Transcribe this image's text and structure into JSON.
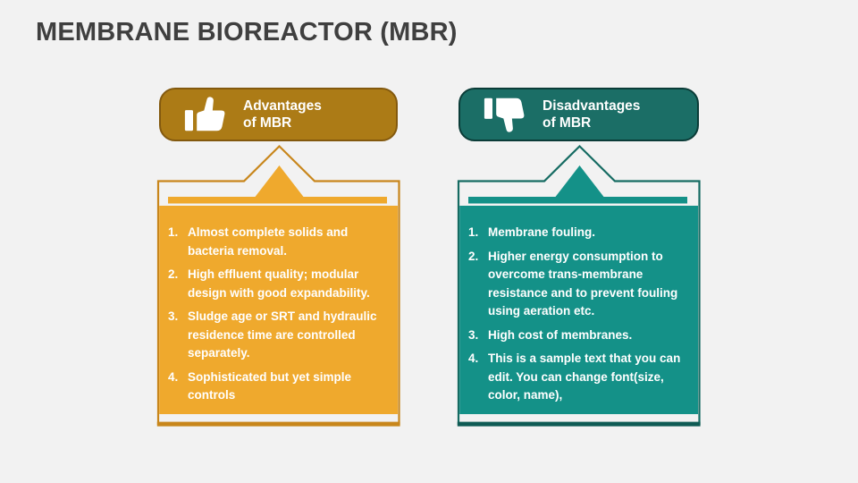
{
  "slide": {
    "title": "MEMBRANE BIOREACTOR (MBR)"
  },
  "palette": {
    "background": "#F2F2F2",
    "title_text": "#3F3F3F",
    "advantages_header_fill": "#AC7B16",
    "advantages_header_border": "#83590E",
    "advantages_body_fill": "#EFA92D",
    "advantages_outline": "#C8861B",
    "disadvantages_header_fill": "#1B6E66",
    "disadvantages_header_border": "#0B3C38",
    "disadvantages_body_fill": "#149188",
    "disadvantages_outline": "#156B62",
    "list_text": "#FFFFFF"
  },
  "advantages": {
    "header": {
      "line1": "Advantages",
      "line2": "of MBR",
      "icon": "thumbs-up-icon"
    },
    "items": [
      {
        "num": "1.",
        "text": "Almost complete solids and bacteria removal."
      },
      {
        "num": "2.",
        "text": "High effluent quality; modular design with good expandability."
      },
      {
        "num": "3.",
        "text": "Sludge age or SRT and hydraulic residence time are controlled separately."
      },
      {
        "num": "4.",
        "text": "Sophisticated but yet simple controls"
      }
    ]
  },
  "disadvantages": {
    "header": {
      "line1": "Disadvantages",
      "line2": "of MBR",
      "icon": "thumbs-down-icon"
    },
    "items": [
      {
        "num": "1.",
        "text": "Membrane fouling."
      },
      {
        "num": "2.",
        "text": "Higher energy consumption to overcome trans-membrane resistance and to prevent fouling using aeration etc."
      },
      {
        "num": "3.",
        "text": "High cost of membranes."
      },
      {
        "num": "4.",
        "text": "This is a sample text that you can edit. You can change font(size, color, name),"
      }
    ]
  }
}
